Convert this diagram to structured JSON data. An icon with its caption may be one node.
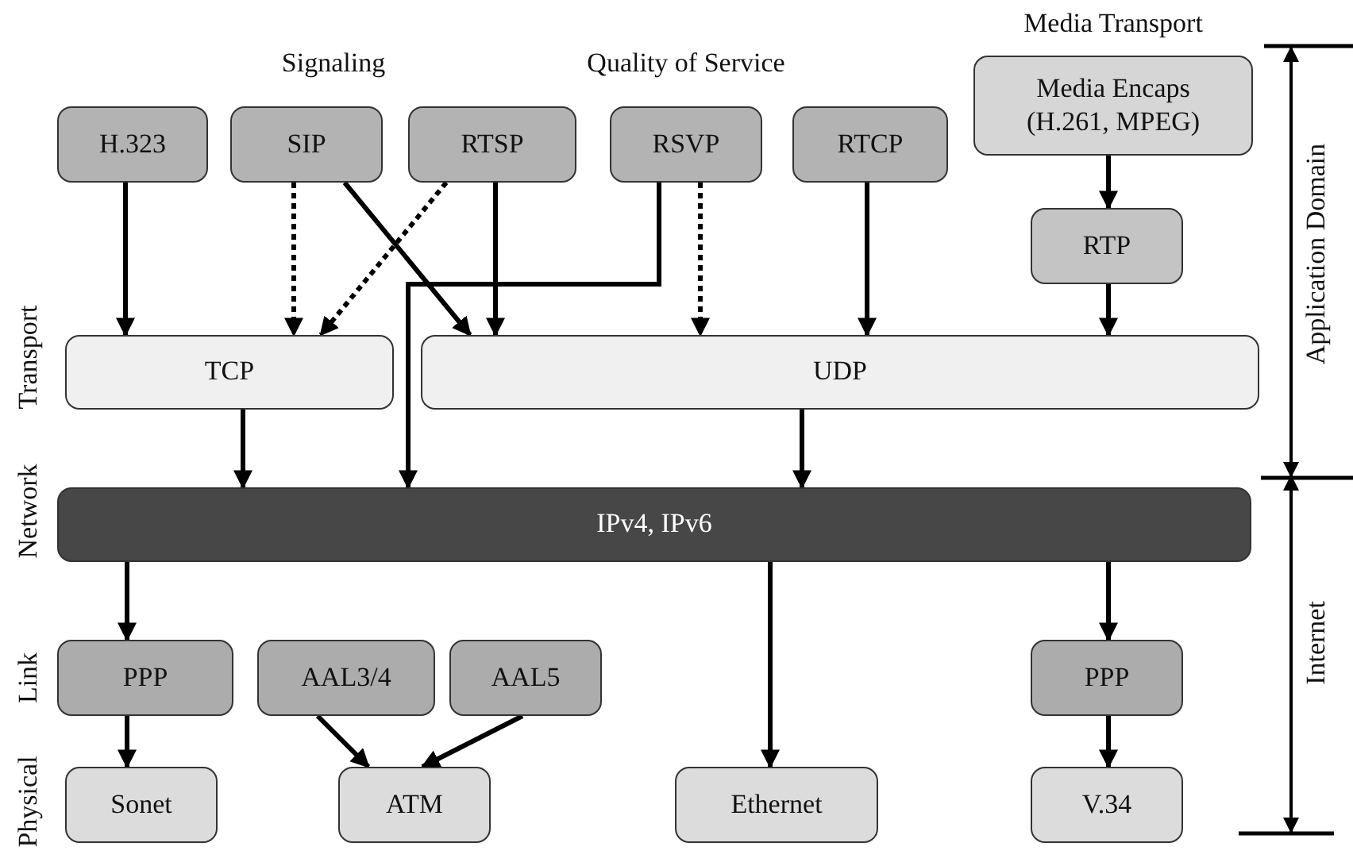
{
  "diagram": {
    "nodes": [
      {
        "text": [
          "H.323"
        ]
      },
      {
        "text": [
          "SIP"
        ]
      },
      {
        "text": [
          "RTSP"
        ]
      },
      {
        "text": [
          "RSVP"
        ]
      },
      {
        "text": [
          "RTCP"
        ]
      },
      {
        "text": [
          "Media Encaps (H.261, MPEG)"
        ],
        "beside": [
          "Media Transport"
        ]
      },
      {
        "text": [
          "RTP"
        ]
      },
      {
        "text": [
          "TCP"
        ]
      },
      {
        "text": [
          "UDP"
        ]
      },
      {
        "text": [
          "IPv4, IPv6"
        ]
      },
      {
        "text": [
          "PPP"
        ]
      },
      {
        "text": [
          "AAL3/4"
        ]
      },
      {
        "text": [
          "AAL5"
        ]
      },
      {
        "text": [
          "PPP"
        ]
      },
      {
        "text": [
          "Sonet"
        ]
      },
      {
        "text": [
          "ATM"
        ]
      },
      {
        "text": [
          "Ethernet"
        ]
      },
      {
        "text": [
          "V.34"
        ]
      }
    ],
    "edges": [
      {
        "from": 0,
        "to": 7,
        "arrow": "to"
      },
      {
        "from": 1,
        "to": 7,
        "arrow": "to",
        "style": "dashed"
      },
      {
        "from": 2,
        "to": 7,
        "arrow": "to",
        "style": "dashed"
      },
      {
        "from": 1,
        "to": 8,
        "arrow": "to"
      },
      {
        "from": 2,
        "to": 8,
        "arrow": "to"
      },
      {
        "from": 3,
        "to": 9,
        "arrow": "to"
      },
      {
        "from": 3,
        "to": 8,
        "arrow": "to",
        "style": "dashed"
      },
      {
        "from": 4,
        "to": 8,
        "arrow": "to"
      },
      {
        "from": 5,
        "to": 6,
        "arrow": "to"
      },
      {
        "from": 6,
        "to": 8,
        "arrow": "to"
      },
      {
        "from": 7,
        "to": 9,
        "arrow": "to"
      },
      {
        "from": 8,
        "to": 9,
        "arrow": "to"
      },
      {
        "from": 9,
        "to": 10,
        "arrow": "to"
      },
      {
        "from": 9,
        "to": 16,
        "arrow": "to"
      },
      {
        "from": 9,
        "to": 13,
        "arrow": "to"
      },
      {
        "from": 10,
        "to": 14,
        "arrow": "to"
      },
      {
        "from": 11,
        "to": 15,
        "arrow": "to"
      },
      {
        "from": 12,
        "to": 15,
        "arrow": "to"
      },
      {
        "from": 13,
        "to": 17,
        "arrow": "to"
      }
    ],
    "labels": [
      "Signaling",
      "Quality of Service",
      "Transport",
      "Network",
      "Link",
      "Physical",
      "Application Domain",
      "Internet"
    ]
  }
}
